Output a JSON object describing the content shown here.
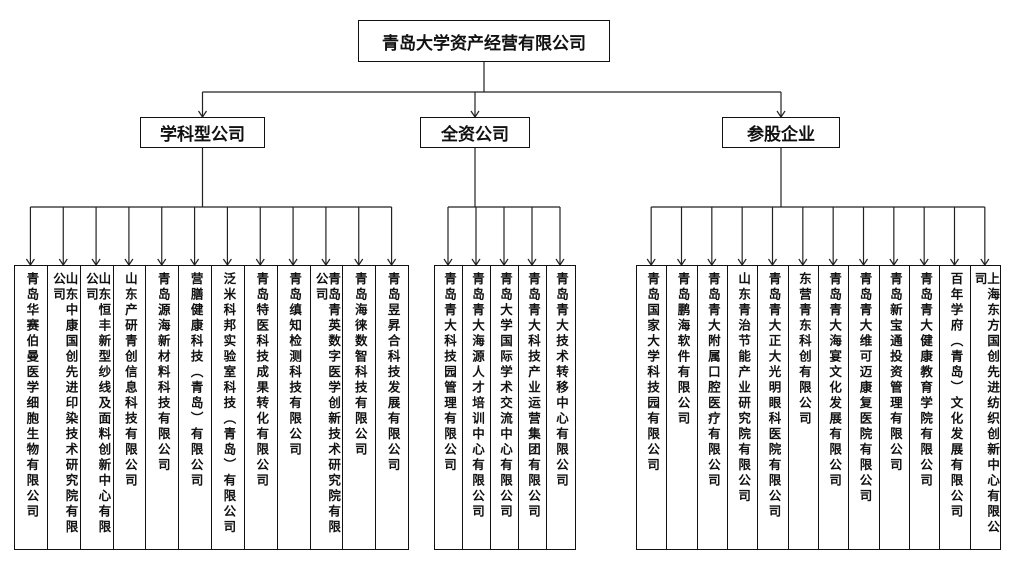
{
  "root": "青岛大学资产经营有限公司",
  "groups": [
    {
      "label": "学科型公司",
      "companies": [
        "青岛华赛伯曼医学细胞生物有限公司",
        "山东中康国创先进印染技术研究院有限公司",
        "山东恒丰新型纱线及面料创新中心有限公司",
        "山东产研青创信息科技有限公司",
        "青岛源海新材料科技有限公司",
        "营膳健康科技（青岛）有限公司",
        "泛米科邦实验室科技（青岛）有限公司",
        "青岛特医科技成果转化有限公司",
        "青岛缜知检测科技有限公司",
        "青岛青英数字医学创新技术研究院有限公司",
        "青岛海徕数智科技有限公司",
        "青岛昱昇合科技发展有限公司"
      ]
    },
    {
      "label": "全资公司",
      "companies": [
        "青岛青大科技园管理有限公司",
        "青岛青大海源人才培训中心有限公司",
        "青岛大学国际学术交流中心有限公司",
        "青岛青大科技产业运营集团有限公司",
        "青岛青大技术转移中心有限公司"
      ]
    },
    {
      "label": "参股企业",
      "companies": [
        "青岛国家大学科技园有限公司",
        "青岛鹏海软件有限公司",
        "青岛青大附属口腔医疗有限公司",
        "山东青治节能产业研究院有限公司",
        "青岛青大正大光明眼科医院有限公司",
        "东营青东科创有限公司",
        "青岛青大海宴文化发展有限公司",
        "青岛青大维可迈康复医院有限公司",
        "青岛新宝通投资管理有限公司",
        "青岛青大健康教育学院有限公司",
        "百年学府（青岛）文化发展有限公司",
        "上海东方国创先进纺织创新中心有限公司"
      ]
    }
  ]
}
